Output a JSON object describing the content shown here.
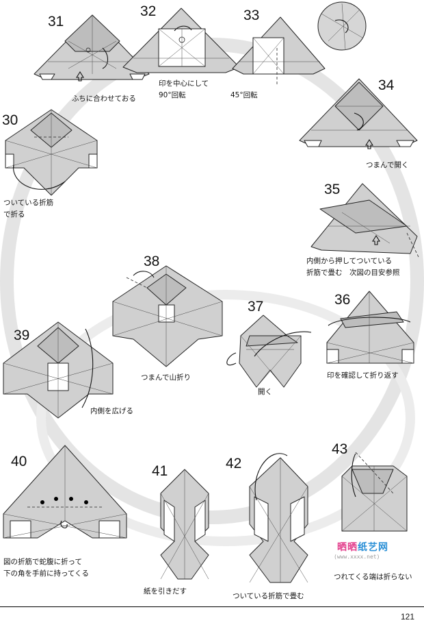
{
  "steps": [
    {
      "id": "31",
      "caption": "ふちに合わせておる"
    },
    {
      "id": "32",
      "caption_lines": [
        "印を中心にして",
        "90°回転"
      ]
    },
    {
      "id": "33",
      "caption": "45°回転"
    },
    {
      "id": "34",
      "caption": "つまんで開く"
    },
    {
      "id": "30",
      "caption_lines": [
        "ついている折筋",
        "で折る"
      ]
    },
    {
      "id": "35",
      "caption_lines": [
        "内側から押してついている",
        "折筋で畳む　次図の目安参照"
      ]
    },
    {
      "id": "38",
      "caption": "つまんで山折り"
    },
    {
      "id": "37",
      "caption": "開く"
    },
    {
      "id": "36",
      "caption": "印を確認して折り返す"
    },
    {
      "id": "39",
      "caption": "内側を広げる"
    },
    {
      "id": "40",
      "caption_lines": [
        "図の折筋で蛇腹に折って",
        "下の角を手前に持ってくる"
      ]
    },
    {
      "id": "41",
      "caption": "紙を引きだす"
    },
    {
      "id": "42",
      "caption": "ついている折筋で畳む"
    },
    {
      "id": "43",
      "caption_lines": [
        "",
        "つれてくる端は折らない"
      ]
    }
  ],
  "watermark": {
    "part1": "晒晒",
    "part2": "纸艺网",
    "url": "(www.xxxx.net)"
  },
  "page_number": "121"
}
